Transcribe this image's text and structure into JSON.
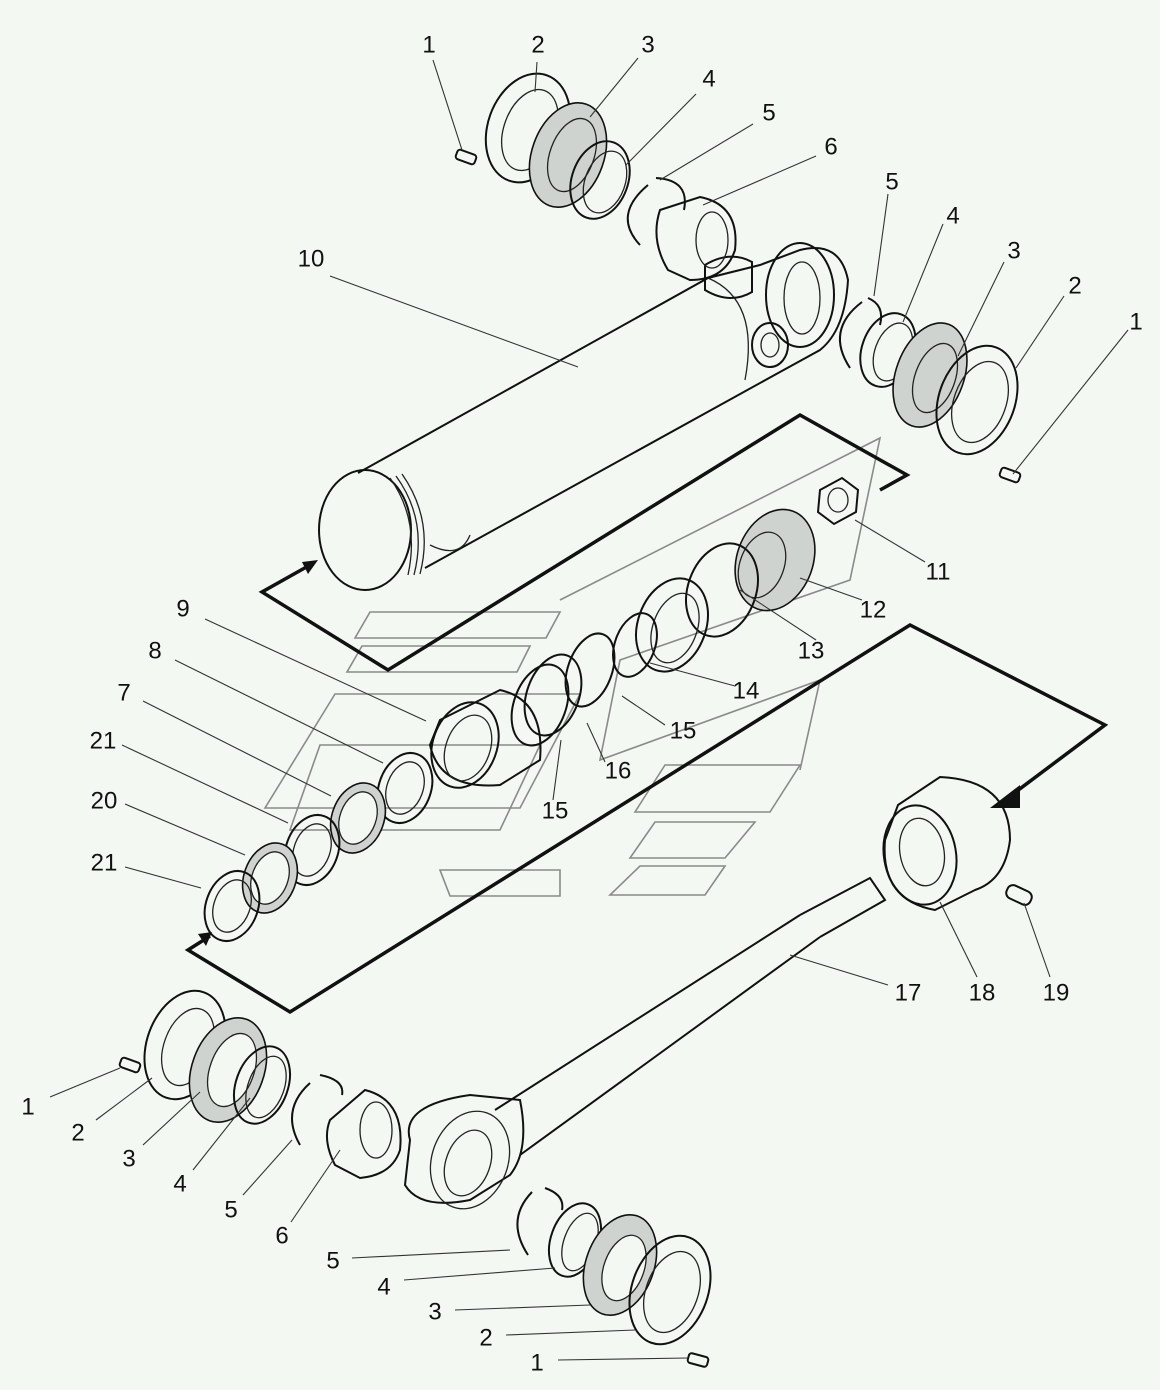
{
  "diagram": {
    "title": "Hydraulic cylinder exploded view",
    "background_color": "#f3f8f3",
    "line_color": "#111111",
    "watermark_color": "#8a8a8a",
    "callouts": [
      {
        "id": "c-top-1",
        "label": "1",
        "part": "bolt"
      },
      {
        "id": "c-top-2",
        "label": "2",
        "part": "flange plate"
      },
      {
        "id": "c-top-3",
        "label": "3",
        "part": "bearing flange"
      },
      {
        "id": "c-top-4",
        "label": "4",
        "part": "seal bushing"
      },
      {
        "id": "c-top-5",
        "label": "5",
        "part": "snap ring"
      },
      {
        "id": "c-top-6",
        "label": "6",
        "part": "bearing"
      },
      {
        "id": "c-top-10",
        "label": "10",
        "part": "cylinder barrel"
      },
      {
        "id": "c-right-5",
        "label": "5",
        "part": "snap ring"
      },
      {
        "id": "c-right-4",
        "label": "4",
        "part": "seal bushing"
      },
      {
        "id": "c-right-3",
        "label": "3",
        "part": "bearing flange"
      },
      {
        "id": "c-right-2",
        "label": "2",
        "part": "flange plate"
      },
      {
        "id": "c-right-1",
        "label": "1",
        "part": "bolt"
      },
      {
        "id": "c-11",
        "label": "11",
        "part": "nut"
      },
      {
        "id": "c-12",
        "label": "12",
        "part": "piston"
      },
      {
        "id": "c-13",
        "label": "13",
        "part": "piston seal"
      },
      {
        "id": "c-14",
        "label": "14",
        "part": "o-ring"
      },
      {
        "id": "c-15a",
        "label": "15",
        "part": "back-up ring"
      },
      {
        "id": "c-16",
        "label": "16",
        "part": "seal"
      },
      {
        "id": "c-15b",
        "label": "15",
        "part": "back-up ring"
      },
      {
        "id": "c-9",
        "label": "9",
        "part": "gland"
      },
      {
        "id": "c-8",
        "label": "8",
        "part": "ring"
      },
      {
        "id": "c-7",
        "label": "7",
        "part": "rod seal"
      },
      {
        "id": "c-21a",
        "label": "21",
        "part": "ring"
      },
      {
        "id": "c-20",
        "label": "20",
        "part": "wiper"
      },
      {
        "id": "c-21b",
        "label": "21",
        "part": "ring"
      },
      {
        "id": "c-17",
        "label": "17",
        "part": "piston rod"
      },
      {
        "id": "c-18",
        "label": "18",
        "part": "gland nut"
      },
      {
        "id": "c-19",
        "label": "19",
        "part": "set screw"
      },
      {
        "id": "c-bl-1",
        "label": "1",
        "part": "bolt"
      },
      {
        "id": "c-bl-2",
        "label": "2",
        "part": "flange plate"
      },
      {
        "id": "c-bl-3",
        "label": "3",
        "part": "bearing flange"
      },
      {
        "id": "c-bl-4",
        "label": "4",
        "part": "seal bushing"
      },
      {
        "id": "c-bl-5",
        "label": "5",
        "part": "snap ring"
      },
      {
        "id": "c-bl-6",
        "label": "6",
        "part": "bearing"
      },
      {
        "id": "c-br-5",
        "label": "5",
        "part": "snap ring"
      },
      {
        "id": "c-br-4",
        "label": "4",
        "part": "seal bushing"
      },
      {
        "id": "c-br-3",
        "label": "3",
        "part": "bearing flange"
      },
      {
        "id": "c-br-2",
        "label": "2",
        "part": "flange plate"
      },
      {
        "id": "c-br-1",
        "label": "1",
        "part": "bolt"
      }
    ]
  }
}
